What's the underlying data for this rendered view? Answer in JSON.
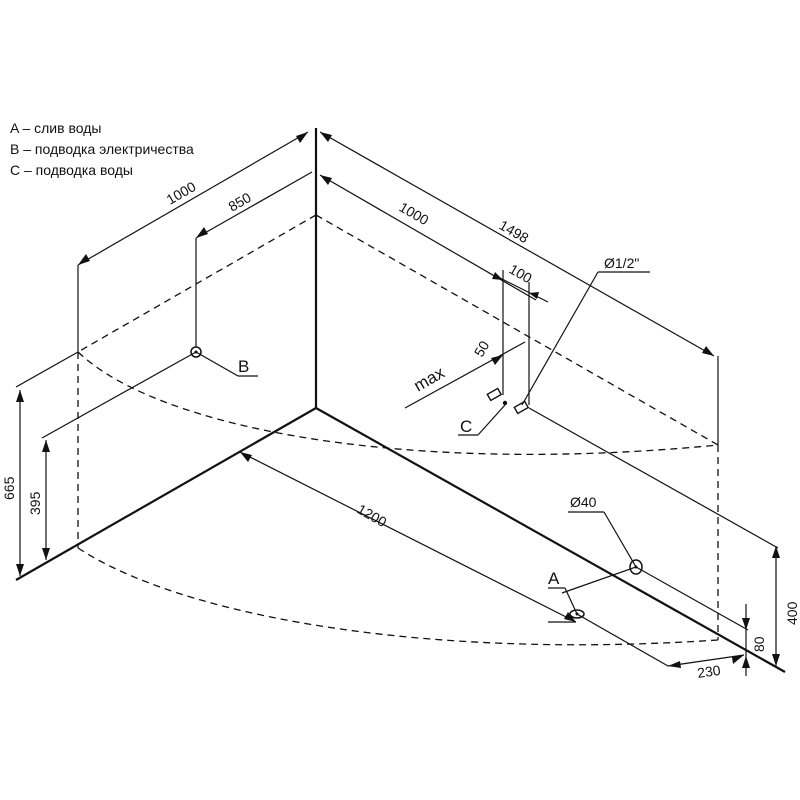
{
  "legend": [
    {
      "key": "A",
      "text": "A – слив воды"
    },
    {
      "key": "B",
      "text": "B – подводка электричества"
    },
    {
      "key": "C",
      "text": "C – подводка воды"
    }
  ],
  "callouts": {
    "a": "A",
    "b": "B",
    "c": "C"
  },
  "dimensions": {
    "top_left_1000": "1000",
    "top_left_850": "850",
    "top_right_1000": "1000",
    "top_right_1498": "1498",
    "pipe_100": "100",
    "max_label": "max",
    "max_50": "50",
    "pipe_diameter": "Ø1/2\"",
    "height_665": "665",
    "height_395": "395",
    "length_1200": "1200",
    "drain_diameter": "Ø40",
    "height_400": "400",
    "height_80": "80",
    "offset_230": "230"
  }
}
